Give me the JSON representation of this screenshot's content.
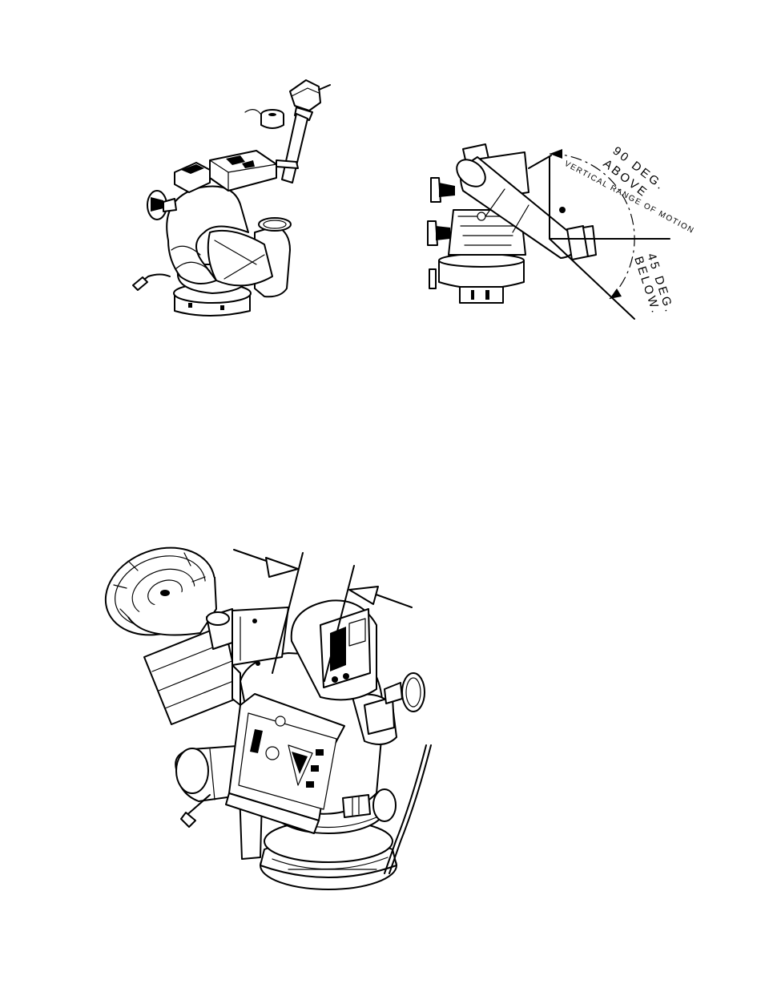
{
  "figure_top_right": {
    "label_above_line1": "90 DEG.",
    "label_above_line2": "ABOVE",
    "label_range": "VERTICAL RANGE OF MOTION",
    "label_below_line1": "45 DEG.",
    "label_below_line2": "BELOW."
  }
}
